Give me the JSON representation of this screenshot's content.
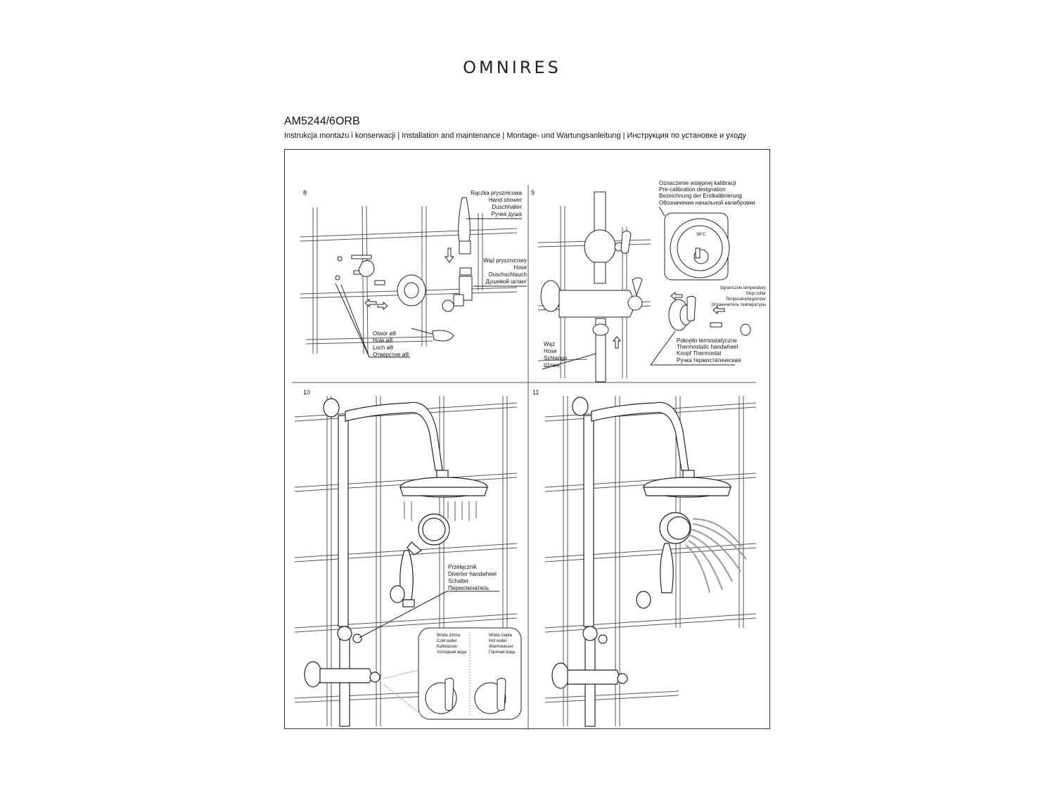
{
  "header": {
    "brand": "OMNIRES",
    "model": "AM5244/6ORB",
    "subtitle": "Instrukcja montażu i konserwacji | Installation and maintenance | Montage- und Wartungsanleitung | Инструкция по установке и уходу"
  },
  "steps": [
    {
      "number": "8",
      "labels": {
        "hand_shower": [
          "Rączka prysznicowa",
          "Hand shower",
          "Duschhalter",
          "Ручка душа"
        ],
        "hose": [
          "Wąż prysznicowy",
          "Hose",
          "Duschschlauch",
          "Душевой шланг"
        ],
        "hole": [
          "Otwór ø8",
          "Hole ø8",
          "Loch ø8",
          "Отверстие ø8"
        ]
      }
    },
    {
      "number": "9",
      "labels": {
        "calibration": [
          "Oznaczenie wstępnej kalibracji",
          "Pre-calibration designation",
          "Bezeichnung der Erstkalibrierung",
          "Обозначение начальной калибровки"
        ],
        "dial_value": "38°C",
        "stop_collar": [
          "Ogranicznik temperatury",
          "Stop collar",
          "Temperaturbegrenzer",
          "Ограничитель температуры"
        ],
        "hose": [
          "Wąż",
          "Hose",
          "Schlange",
          "Шланг"
        ],
        "handwheel": [
          "Pokrętło termostatyczne",
          "Thermostatic handwheel",
          "Knopf Thermostat",
          "Ручка термостатическая"
        ]
      }
    },
    {
      "number": "10",
      "labels": {
        "diverter": [
          "Przełącznik",
          "Diverter handwheel",
          "Schalter",
          "Переключатель"
        ],
        "cold_water": [
          "Woda zimna",
          "Cold water",
          "Kaltwasser",
          "Холодная вода"
        ],
        "hot_water": [
          "Woda ciepła",
          "Hot water",
          "Warmwasser",
          "Горячая вода"
        ]
      }
    },
    {
      "number": "11",
      "labels": {}
    }
  ],
  "colors": {
    "ink": "#1a1a1a",
    "tile": "#444444",
    "background": "#ffffff"
  }
}
